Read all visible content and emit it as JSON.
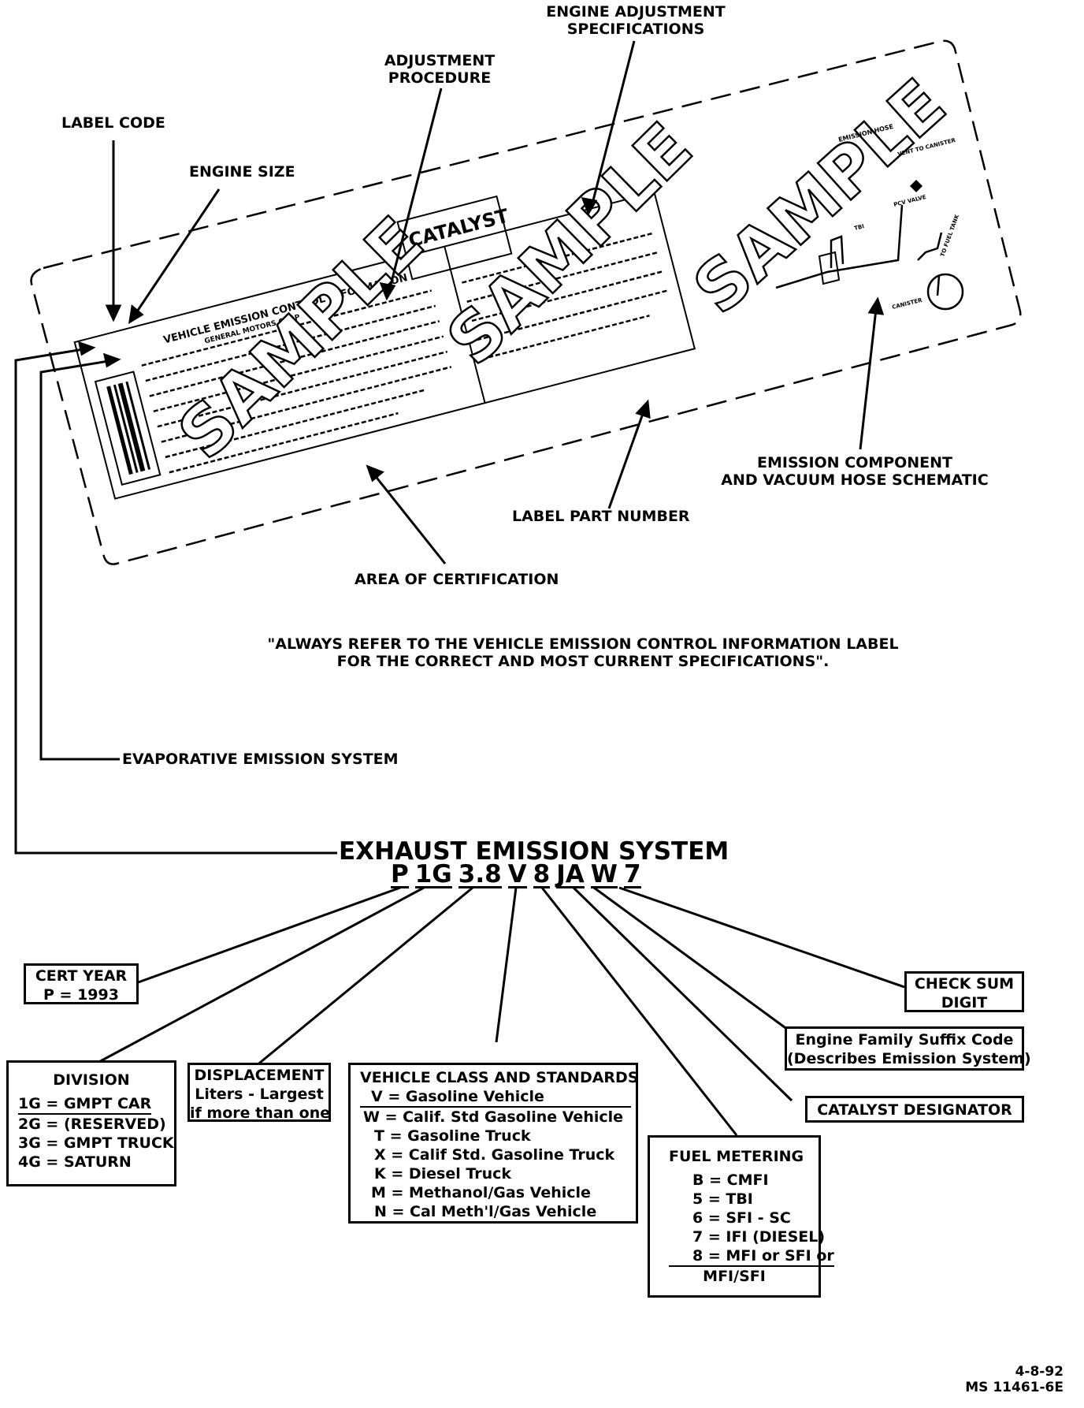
{
  "callouts": {
    "engine_adjustment": [
      "ENGINE ADJUSTMENT",
      "SPECIFICATIONS"
    ],
    "adjustment_procedure": [
      "ADJUSTMENT",
      "PROCEDURE"
    ],
    "label_code": "LABEL CODE",
    "engine_size": "ENGINE SIZE",
    "emission_component": [
      "EMISSION COMPONENT",
      "AND VACUUM HOSE SCHEMATIC"
    ],
    "label_part_number": "LABEL PART NUMBER",
    "area_of_certification": "AREA OF CERTIFICATION",
    "evaporative": "EVAPORATIVE EMISSION SYSTEM"
  },
  "label": {
    "title": "VEHICLE EMISSION CONTROL INFORMATION",
    "maker": "GENERAL MOTORS CORP",
    "catalyst": "CATALYST",
    "watermark": "SAMPLE",
    "hose_schematic_labels": [
      "EMISSION HOSE",
      "VENT TO CANISTER",
      "PCV VALVE",
      "TO FUEL TANK",
      "CANISTER",
      "TBI"
    ]
  },
  "quote": [
    "\"ALWAYS REFER TO THE VEHICLE EMISSION CONTROL INFORMATION LABEL",
    "FOR THE CORRECT AND MOST CURRENT SPECIFICATIONS\"."
  ],
  "exhaust": {
    "title": "EXHAUST EMISSION SYSTEM",
    "code_parts": [
      "P",
      "1G",
      "3.8",
      "V",
      "8",
      "JA",
      "W",
      "7"
    ]
  },
  "boxes": {
    "cert_year": [
      "CERT YEAR",
      "P = 1993"
    ],
    "check_sum": [
      "CHECK SUM",
      "DIGIT"
    ],
    "engine_family": [
      "Engine Family Suffix Code",
      "(Describes Emission System)"
    ],
    "catalyst_designator": "CATALYST DESIGNATOR",
    "division": {
      "title": "DIVISION",
      "rows": [
        "1G = GMPT CAR",
        "2G = (RESERVED)",
        "3G = GMPT TRUCK",
        "4G = SATURN"
      ]
    },
    "displacement": [
      "DISPLACEMENT",
      "Liters - Largest",
      "if more than one"
    ],
    "vehicle_class": {
      "title": "VEHICLE CLASS AND STANDARDS",
      "rows": [
        "V = Gasoline Vehicle",
        "W = Calif. Std Gasoline Vehicle",
        "T = Gasoline Truck",
        "X = Calif Std. Gasoline Truck",
        "K = Diesel Truck",
        "M = Methanol/Gas Vehicle",
        "N = Cal Meth'l/Gas Vehicle"
      ]
    },
    "fuel_metering": {
      "title": "FUEL METERING",
      "rows": [
        "B = CMFI",
        "5 = TBI",
        "6 = SFI - SC",
        "7 = IFI (DIESEL)",
        "8 = MFI or SFI or",
        "MFI/SFI"
      ]
    }
  },
  "footer": [
    "4-8-92",
    "MS 11461-6E"
  ]
}
